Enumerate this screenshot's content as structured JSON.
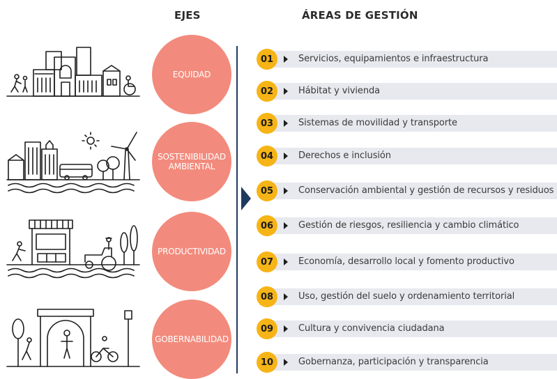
{
  "headers": {
    "ejes": "EJES",
    "areas": "ÁREAS DE GESTIÓN"
  },
  "ejes": [
    {
      "label": "EQUIDAD",
      "icon": "city-people-icon"
    },
    {
      "label": "SOSTENIBILIDAD\nAMBIENTAL",
      "icon": "city-nature-icon"
    },
    {
      "label": "PRODUCTIVIDAD",
      "icon": "market-farm-icon"
    },
    {
      "label": "GOBERNABILIDAD",
      "icon": "plaza-people-icon"
    }
  ],
  "areas": [
    {
      "num": "01",
      "label": "Servicios, equipamientos e infraestructura"
    },
    {
      "num": "02",
      "label": "Hábitat y vivienda"
    },
    {
      "num": "03",
      "label": "Sistemas de movilidad y transporte"
    },
    {
      "num": "04",
      "label": "Derechos e inclusión"
    },
    {
      "num": "05",
      "label": "Conservación ambiental y gestión de recursos y residuos"
    },
    {
      "num": "06",
      "label": "Gestión de riesgos, resiliencia y cambio climático"
    },
    {
      "num": "07",
      "label": "Economía, desarrollo local y fomento productivo"
    },
    {
      "num": "08",
      "label": "Uso, gestión del suelo y ordenamiento territorial"
    },
    {
      "num": "09",
      "label": "Cultura y convivencia ciudadana"
    },
    {
      "num": "10",
      "label": "Gobernanza, participación y transparencia"
    }
  ],
  "colors": {
    "circle": "#f28b7d",
    "badge": "#f6b416",
    "bar": "#e7e9ef",
    "accent": "#1f3a60"
  }
}
